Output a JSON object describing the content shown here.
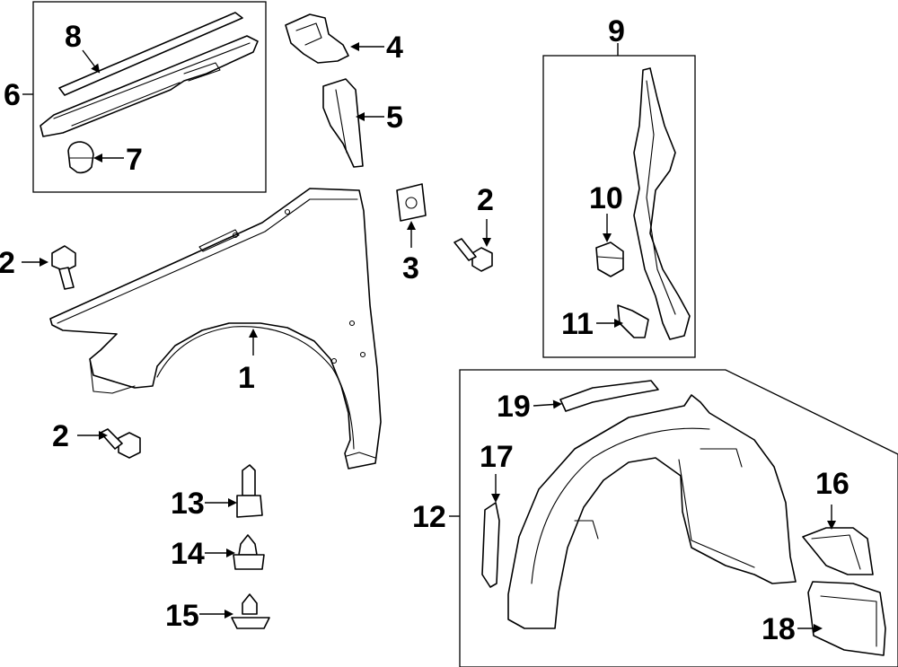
{
  "diagram": {
    "callouts": [
      {
        "id": "c1",
        "text": "1"
      },
      {
        "id": "c2a",
        "text": "2"
      },
      {
        "id": "c2b",
        "text": "2"
      },
      {
        "id": "c2c",
        "text": "2"
      },
      {
        "id": "c3",
        "text": "3"
      },
      {
        "id": "c4",
        "text": "4"
      },
      {
        "id": "c5",
        "text": "5"
      },
      {
        "id": "c6",
        "text": "6"
      },
      {
        "id": "c7",
        "text": "7"
      },
      {
        "id": "c8",
        "text": "8"
      },
      {
        "id": "c9",
        "text": "9"
      },
      {
        "id": "c10",
        "text": "10"
      },
      {
        "id": "c11",
        "text": "11"
      },
      {
        "id": "c12",
        "text": "12"
      },
      {
        "id": "c13",
        "text": "13"
      },
      {
        "id": "c14",
        "text": "14"
      },
      {
        "id": "c15",
        "text": "15"
      },
      {
        "id": "c16",
        "text": "16"
      },
      {
        "id": "c17",
        "text": "17"
      },
      {
        "id": "c18",
        "text": "18"
      },
      {
        "id": "c19",
        "text": "19"
      }
    ]
  }
}
